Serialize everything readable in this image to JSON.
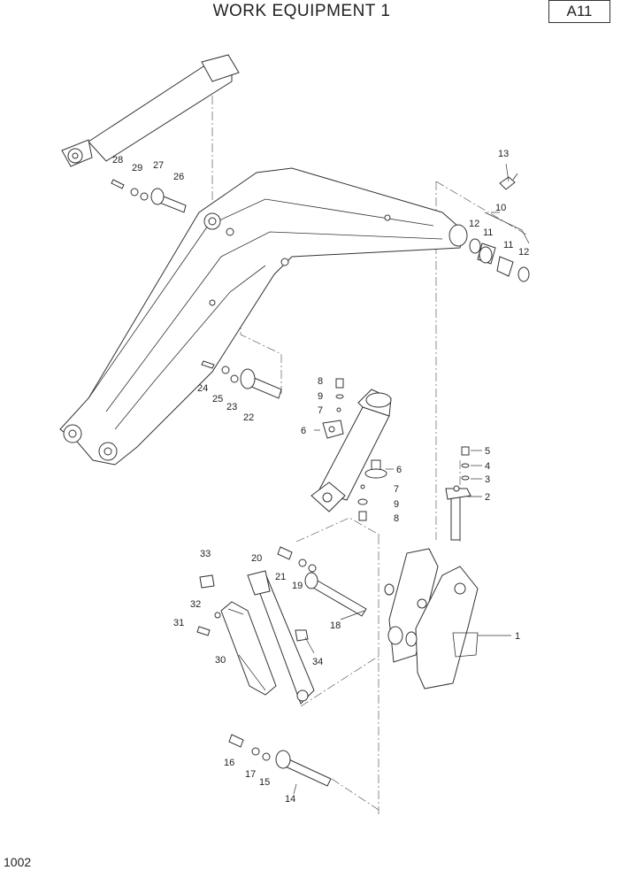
{
  "header": {
    "title": "WORK EQUIPMENT 1",
    "code": "A11"
  },
  "footer": {
    "page_number": "1002"
  },
  "callouts": [
    "1",
    "2",
    "3",
    "4",
    "5",
    "6",
    "6",
    "7",
    "7",
    "8",
    "8",
    "9",
    "9",
    "10",
    "11",
    "11",
    "12",
    "12",
    "13",
    "14",
    "15",
    "16",
    "17",
    "18",
    "19",
    "20",
    "21",
    "22",
    "23",
    "24",
    "25",
    "26",
    "27",
    "28",
    "29",
    "30",
    "31",
    "32",
    "33",
    "34"
  ]
}
